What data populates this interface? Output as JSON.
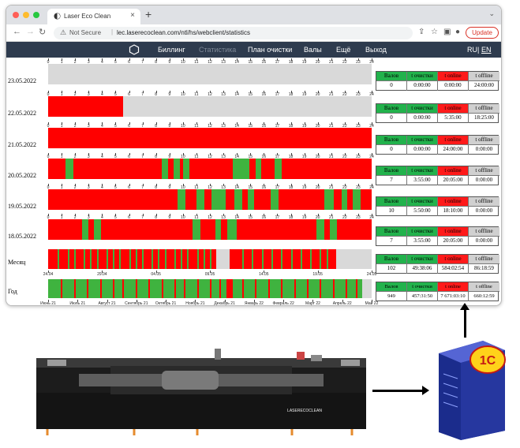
{
  "browser": {
    "tab_title": "Laser Eco Clean",
    "new_tab": "+",
    "caret": "⌄",
    "not_secure": "Not Secure",
    "url": "lec.laserecoclean.com/ntl/hs/webclient/statistics",
    "update_label": "Update",
    "dots": [
      "#ff5f57",
      "#febc2e",
      "#28c840"
    ]
  },
  "nav": {
    "items": [
      "Биллинг",
      "Статистика",
      "План очистки",
      "Валы",
      "Ещё",
      "Выход"
    ],
    "lang_ru": "RU",
    "lang_sep": "|",
    "lang_en": "EN"
  },
  "colors": {
    "green": "#3fb33f",
    "red": "#ff0000",
    "grey": "#d9d9d9",
    "header_green": "#22b24c",
    "header_red": "#ff1a1a",
    "header_grey": "#d0d0d0"
  },
  "hour_ticks": [
    "0",
    "1",
    "2",
    "3",
    "4",
    "5",
    "6",
    "7",
    "8",
    "9",
    "10",
    "11",
    "12",
    "13",
    "14",
    "15",
    "16",
    "17",
    "18",
    "19",
    "20",
    "21",
    "22",
    "23",
    "24"
  ],
  "month_ticks": [
    "24.04",
    "29.04",
    "04.05",
    "09.05",
    "14.05",
    "19.05",
    "24.05"
  ],
  "year_ticks": [
    "Июнь 21",
    "Июль 21",
    "Август 21",
    "Сентябрь 21",
    "Октябрь 21",
    "Ноябрь 21",
    "Декабрь 21",
    "Январь 22",
    "Февраль 22",
    "Март 22",
    "Апрель 22",
    "Май 22"
  ],
  "table_headers": [
    "Валов",
    "t очистки",
    "t online",
    "t offline"
  ],
  "rows": [
    {
      "label": "23.05.2022",
      "values": [
        "0",
        "0:00:00",
        "0:00:00",
        "24:00:00"
      ],
      "segments": [
        [
          0,
          24,
          "grey"
        ]
      ]
    },
    {
      "label": "22.05.2022",
      "values": [
        "0",
        "0:00:00",
        "5:35:00",
        "18:25:00"
      ],
      "segments": [
        [
          0,
          5.58,
          "red"
        ],
        [
          5.58,
          24,
          "grey"
        ]
      ]
    },
    {
      "label": "21.05.2022",
      "values": [
        "0",
        "0:00:00",
        "24:00:00",
        "0:00:00"
      ],
      "segments": [
        [
          0,
          24,
          "red"
        ]
      ]
    },
    {
      "label": "20.05.2022",
      "values": [
        "7",
        "3:55:00",
        "20:05:00",
        "0:00:00"
      ],
      "segments": [
        [
          0,
          24,
          "red"
        ],
        [
          1.3,
          1.9,
          "green"
        ],
        [
          8.4,
          8.9,
          "green"
        ],
        [
          9.3,
          9.8,
          "green"
        ],
        [
          10.0,
          10.5,
          "green"
        ],
        [
          13.7,
          14.9,
          "green"
        ],
        [
          15.4,
          15.8,
          "green"
        ],
        [
          16.8,
          17.3,
          "green"
        ]
      ]
    },
    {
      "label": "19.05.2022",
      "values": [
        "10",
        "5:50:00",
        "18:10:00",
        "0:00:00"
      ],
      "segments": [
        [
          0,
          24,
          "red"
        ],
        [
          9.6,
          10.2,
          "green"
        ],
        [
          11.0,
          11.6,
          "green"
        ],
        [
          12.1,
          13.2,
          "green"
        ],
        [
          13.8,
          14.4,
          "green"
        ],
        [
          14.8,
          15.3,
          "green"
        ],
        [
          16.5,
          17.1,
          "green"
        ],
        [
          20.5,
          21.2,
          "green"
        ],
        [
          21.8,
          22.2,
          "green"
        ],
        [
          22.6,
          23.2,
          "green"
        ]
      ]
    },
    {
      "label": "18.05.2022",
      "values": [
        "7",
        "3:55:00",
        "20:05:00",
        "0:00:00"
      ],
      "segments": [
        [
          0,
          24,
          "red"
        ],
        [
          2.5,
          3.0,
          "green"
        ],
        [
          3.4,
          3.9,
          "green"
        ],
        [
          10.7,
          11.3,
          "green"
        ],
        [
          12.4,
          12.8,
          "green"
        ],
        [
          13.3,
          14.0,
          "green"
        ],
        [
          19.9,
          20.5,
          "green"
        ],
        [
          20.9,
          21.4,
          "green"
        ]
      ]
    }
  ],
  "month": {
    "label": "Месяц",
    "values": [
      "102",
      "49:38:06",
      "584:02:54",
      "86:18:59"
    ],
    "segments": [
      [
        0,
        0.52,
        "red"
      ],
      [
        0.52,
        0.56,
        "grey"
      ],
      [
        0.56,
        0.89,
        "red"
      ],
      [
        0.89,
        1.0,
        "grey"
      ]
    ],
    "green_marks": [
      0.03,
      0.06,
      0.08,
      0.11,
      0.13,
      0.15,
      0.18,
      0.2,
      0.22,
      0.25,
      0.27,
      0.29,
      0.32,
      0.34,
      0.36,
      0.39,
      0.41,
      0.43,
      0.46,
      0.48,
      0.5,
      0.6,
      0.63,
      0.66,
      0.69,
      0.72,
      0.75,
      0.78,
      0.81,
      0.84,
      0.86
    ]
  },
  "year": {
    "label": "Год",
    "values": [
      "949",
      "457:31:50",
      "7 671:03:10",
      "660:12:59"
    ],
    "segments": [
      [
        0,
        0.55,
        "green"
      ],
      [
        0.55,
        0.57,
        "red"
      ],
      [
        0.57,
        0.97,
        "green"
      ],
      [
        0.97,
        1.0,
        "grey"
      ]
    ],
    "red_marks": [
      0.04,
      0.08,
      0.12,
      0.16,
      0.2,
      0.23,
      0.27,
      0.31,
      0.35,
      0.39,
      0.42,
      0.46,
      0.5,
      0.53,
      0.6,
      0.64,
      0.68,
      0.72,
      0.76,
      0.8,
      0.84,
      0.88,
      0.92,
      0.95
    ]
  },
  "machine": {
    "brand": "LASERECOCLEAN"
  },
  "server": {
    "badge": "1С"
  }
}
